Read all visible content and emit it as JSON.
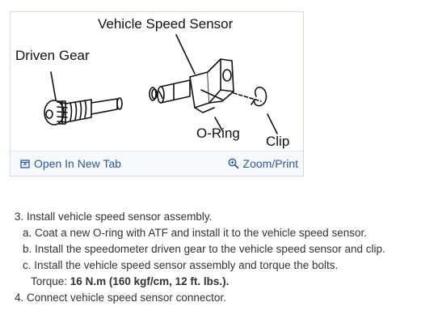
{
  "figure": {
    "title": "Vehicle Speed Sensor",
    "labels": {
      "driven_gear": "Driven Gear",
      "o_ring": "O-Ring",
      "clip": "Clip"
    },
    "open_tab_label": "Open In New Tab",
    "zoom_label": "Zoom/Print"
  },
  "steps": {
    "step3": "3. Install vehicle speed sensor assembly.",
    "step3a": "a. Coat a new O-ring with ATF and install it to the vehicle speed sensor.",
    "step3b": "b. Install the speedometer driven gear to the vehicle speed sensor and clip.",
    "step3c": "c. Install the vehicle speed sensor assembly and torque the bolts.",
    "torque_label": "Torque:",
    "torque_value": "16 N.m (160 kgf/cm, 12 ft. lbs.).",
    "step4": "4. Connect vehicle speed sensor connector."
  },
  "colors": {
    "link": "#2a5a9a",
    "text": "#333333",
    "card_border": "#cfd8e3"
  },
  "icons": {
    "open_tab": "open-in-new-tab-icon",
    "zoom": "zoom-magnifier-icon"
  }
}
